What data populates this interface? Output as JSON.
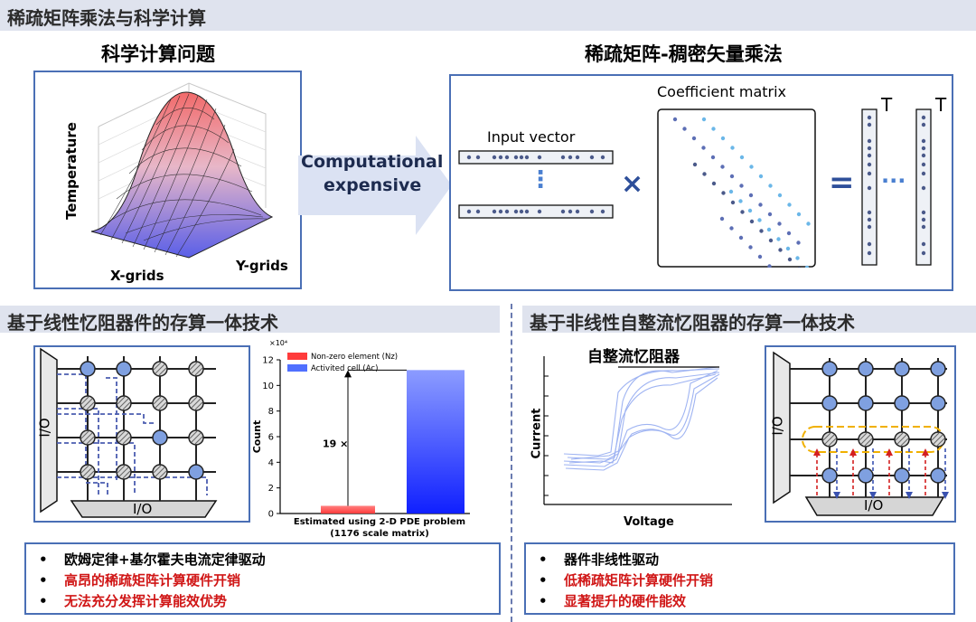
{
  "header": {
    "title": "稀疏矩阵乘法与科学计算"
  },
  "top": {
    "left_title": "科学计算问题",
    "right_title": "稀疏矩阵-稠密矢量乘法",
    "surface": {
      "zlabel": "Temperature",
      "xlabel": "X-grids",
      "ylabel": "Y-grids"
    },
    "arrow_text": [
      "Computational",
      "expensive"
    ],
    "spmv": {
      "input_label": "Input vector",
      "coeff_label": "Coefficient matrix",
      "times": "×",
      "equals": "=",
      "vdots": "⋮",
      "hdots": "···",
      "transpose": "T"
    }
  },
  "left_section": {
    "title": "基于线性忆阻器件的存算一体技术",
    "io_side": "I/O",
    "io_bottom": "I/O",
    "bullets": [
      {
        "text": "欧姆定律+基尔霍夫电流定律驱动",
        "color": "#000000"
      },
      {
        "text": "高昂的稀疏矩阵计算硬件开销",
        "color": "#d01616"
      },
      {
        "text": "无法充分发挥计算能效优势",
        "color": "#d01616"
      }
    ]
  },
  "right_section": {
    "title": "基于非线性自整流忆阻器的存算一体技术",
    "iv_title": "自整流忆阻器",
    "iv_xlabel": "Voltage",
    "iv_ylabel": "Current",
    "io_side": "I/O",
    "io_bottom": "I/O",
    "bullets": [
      {
        "text": "器件非线性驱动",
        "color": "#000000"
      },
      {
        "text": "低稀疏矩阵计算硬件开销",
        "color": "#d01616"
      },
      {
        "text": "显著提升的硬件能效",
        "color": "#d01616"
      }
    ]
  },
  "chart_data": {
    "type": "bar",
    "categories": [
      "Non-zero element (Nz)",
      "Activited cell (Ac)"
    ],
    "values": [
      0.6,
      11.2
    ],
    "scale_label": "×10⁴",
    "legend": [
      "Non-zero element (Nz)",
      "Activited cell (Ac)"
    ],
    "series_colors": [
      "#ff3b3b",
      "#5070ff"
    ],
    "ylabel": "Count",
    "xlabel": [
      "Estimated using 2-D PDE problem",
      "(1176 scale matrix)"
    ],
    "ylim": [
      0,
      12
    ],
    "yticks": [
      0,
      2,
      4,
      6,
      8,
      10,
      12
    ],
    "annotation": "19 ×",
    "legend_position": "top-left"
  }
}
